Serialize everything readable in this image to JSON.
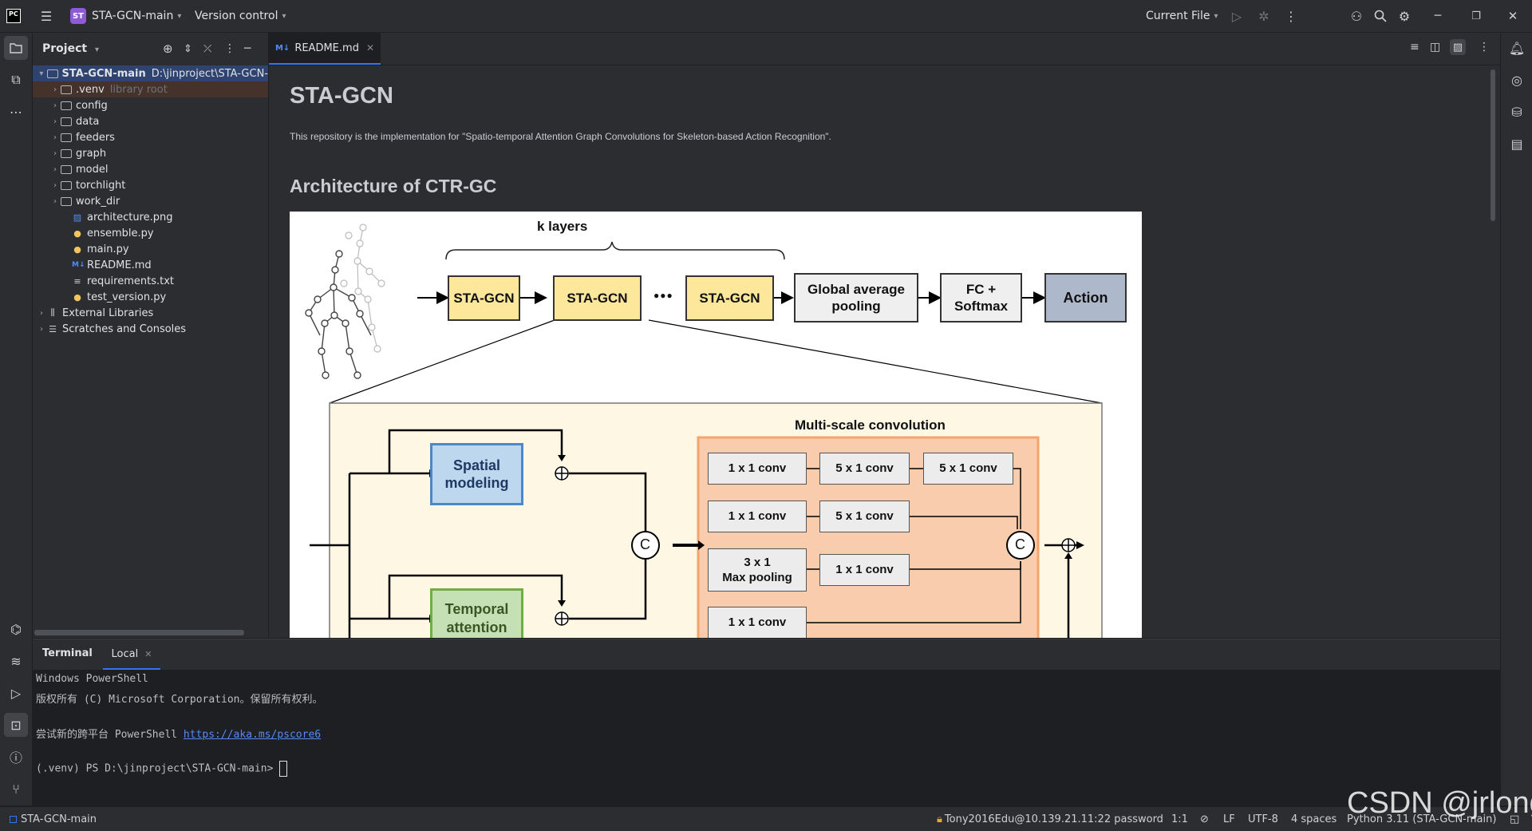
{
  "titlebar": {
    "app_icon": "PC",
    "project_badge": "ST",
    "project_name": "STA-GCN-main",
    "version_control": "Version control",
    "run_config": "Current File"
  },
  "project_panel": {
    "title": "Project",
    "tree": [
      {
        "name": "STA-GCN-main",
        "hint": "D:\\jinproject\\STA-GCN-",
        "type": "folder",
        "level": 0,
        "expanded": true
      },
      {
        "name": ".venv",
        "hint": "library root",
        "type": "folder",
        "level": 1
      },
      {
        "name": "config",
        "type": "folder",
        "level": 1
      },
      {
        "name": "data",
        "type": "folder",
        "level": 1
      },
      {
        "name": "feeders",
        "type": "folder",
        "level": 1
      },
      {
        "name": "graph",
        "type": "folder",
        "level": 1
      },
      {
        "name": "model",
        "type": "folder",
        "level": 1
      },
      {
        "name": "torchlight",
        "type": "folder",
        "level": 1
      },
      {
        "name": "work_dir",
        "type": "folder",
        "level": 1
      },
      {
        "name": "architecture.png",
        "type": "image",
        "level": 1
      },
      {
        "name": "ensemble.py",
        "type": "python",
        "level": 1
      },
      {
        "name": "main.py",
        "type": "python",
        "level": 1
      },
      {
        "name": "README.md",
        "type": "markdown",
        "level": 1
      },
      {
        "name": "requirements.txt",
        "type": "text",
        "level": 1
      },
      {
        "name": "test_version.py",
        "type": "python",
        "level": 1
      },
      {
        "name": "External Libraries",
        "type": "library",
        "level": 0
      },
      {
        "name": "Scratches and Consoles",
        "type": "scratch",
        "level": 0
      }
    ]
  },
  "editor": {
    "tab_label": "README.md",
    "tab_icon": "M↓",
    "h1": "STA-GCN",
    "intro": "This repository is the implementation for \"Spatio-temporal Attention Graph Convolutions for Skeleton-based Action Recognition\".",
    "h2": "Architecture of CTR-GC"
  },
  "diagram": {
    "k_layers": "k layers",
    "layer_label": "STA-GCN",
    "ellipsis": "●●●",
    "gap": "Global average pooling",
    "gap_l1": "Global average",
    "gap_l2": "pooling",
    "fc_l1": "FC +",
    "fc_l2": "Softmax",
    "action": "Action",
    "multi_scale": "Multi-scale convolution",
    "spatial_l1": "Spatial",
    "spatial_l2": "modeling",
    "temporal_l1": "Temporal",
    "temporal_l2": "attention",
    "concat": "C",
    "conv_1x1": "1 x 1 conv",
    "conv_5x1": "5 x 1 conv",
    "pool_l1": "3 x 1",
    "pool_l2": "Max pooling",
    "colors": {
      "stagcn": "#fde79a",
      "gap": "#efefef",
      "action": "#adb9ca",
      "block_bg": "#fef7e4",
      "ms_bg": "#f8ccad",
      "ms_border": "#f4a46c",
      "spatial": "#bdd7ee",
      "temporal": "#c5e0b4"
    }
  },
  "terminal": {
    "tab_terminal": "Terminal",
    "tab_local": "Local",
    "lines": [
      "Windows PowerShell",
      "版权所有 (C) Microsoft Corporation。保留所有权利。",
      "",
      "尝试新的跨平台 PowerShell "
    ],
    "link": "https://aka.ms/pscore6",
    "prompt": "(.venv) PS D:\\jinproject\\STA-GCN-main> "
  },
  "statusbar": {
    "project": "STA-GCN-main",
    "remote": "Tony2016Edu@10.139.21.11:22 password",
    "position": "1:1",
    "line_sep": "LF",
    "encoding": "UTF-8",
    "indent": "4 spaces",
    "interpreter": "Python 3.11 (STA-GCN-main)"
  },
  "watermark": "CSDN @jrlong"
}
